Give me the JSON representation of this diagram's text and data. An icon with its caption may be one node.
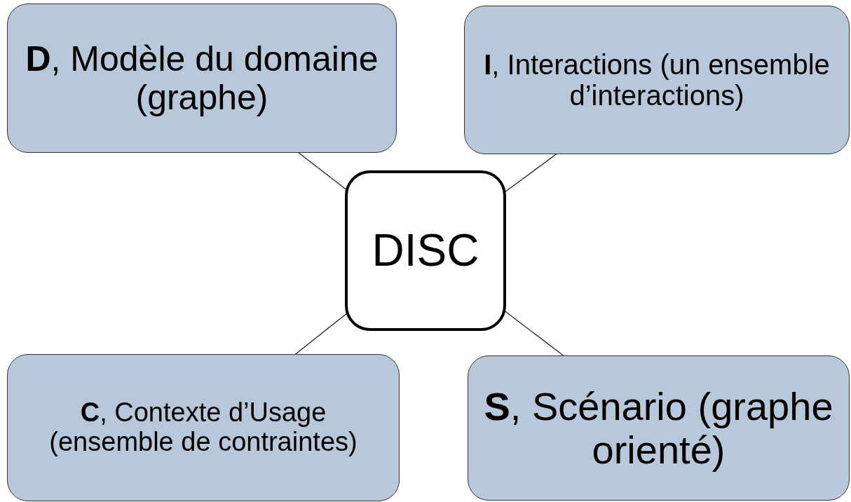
{
  "diagram": {
    "nodes": [
      {
        "text": [
          "**D**, Modèle du domaine (graphe)"
        ]
      },
      {
        "text": [
          "**I**, Interactions (un ensemble d’interactions)"
        ]
      },
      {
        "text": [
          "DISC"
        ]
      },
      {
        "text": [
          "**C**, Contexte d’Usage (ensemble de contraintes)"
        ]
      },
      {
        "text": [
          "**S**, Scénario (graphe orienté)"
        ]
      }
    ],
    "edges": [
      {
        "from": 2,
        "to": 0,
        "arrow": "none"
      },
      {
        "from": 2,
        "to": 1,
        "arrow": "none"
      },
      {
        "from": 2,
        "to": 3,
        "arrow": "none"
      },
      {
        "from": 2,
        "to": 4,
        "arrow": "none"
      }
    ]
  }
}
